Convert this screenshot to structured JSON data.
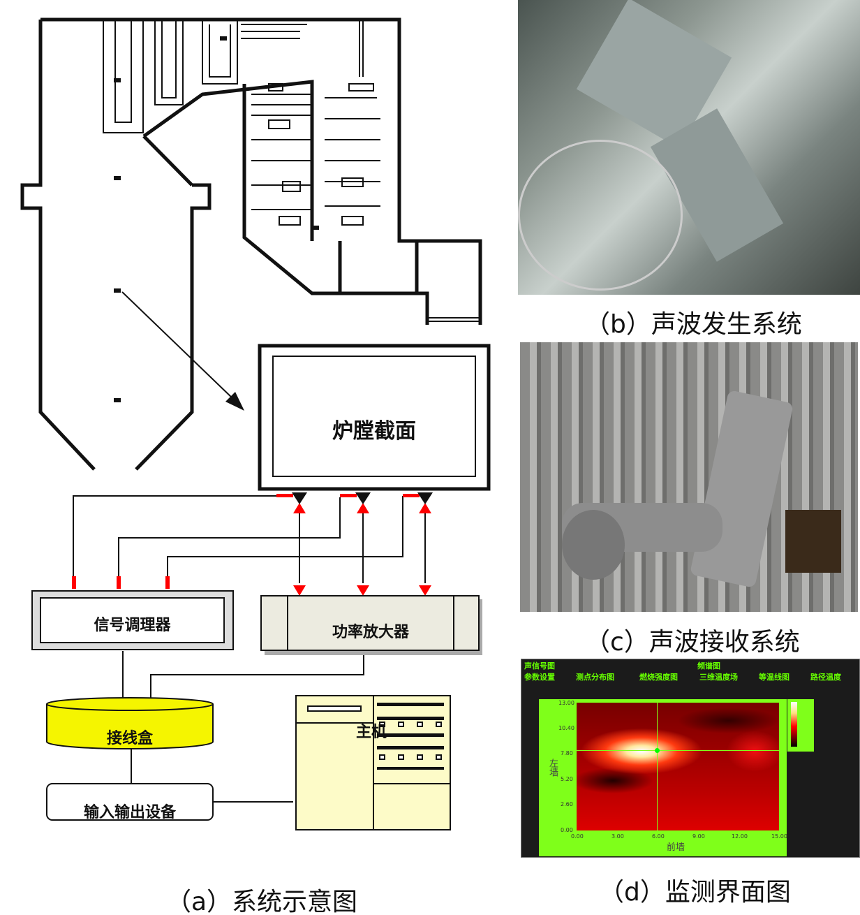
{
  "diagram": {
    "furnace_section_label": "炉膛截面",
    "signal_conditioner_label": "信号调理器",
    "power_amplifier_label": "功率放大器",
    "junction_box_label": "接线盒",
    "io_device_label": "输入输出设备",
    "host_label": "主机",
    "colors": {
      "junction_box": "#f5f500",
      "amplifier": "#ecebe0",
      "host": "#fdfbc8",
      "sensor": "#ff0000"
    }
  },
  "captions": {
    "a": "（a）系统示意图",
    "b": "（b）声波发生系统",
    "c": "（c）声波接收系统",
    "d": "（d）监测界面图"
  },
  "monitor": {
    "tabs_top": [
      "声信号图",
      "频谱图"
    ],
    "tabs": [
      "参数设置",
      "测点分布图",
      "燃烧强度图",
      "三维温度场",
      "等温线图",
      "路径温度"
    ],
    "x_ticks": [
      "0.00",
      "3.00",
      "6.00",
      "9.00",
      "12.00",
      "15.00"
    ],
    "y_ticks": [
      "13.00",
      "10.40",
      "7.80",
      "5.20",
      "2.60",
      "0.00"
    ],
    "x_label": "前墙",
    "y_label": "左墙",
    "colors": {
      "frame": "#7fff1a",
      "background": "#1b1b1b"
    }
  }
}
